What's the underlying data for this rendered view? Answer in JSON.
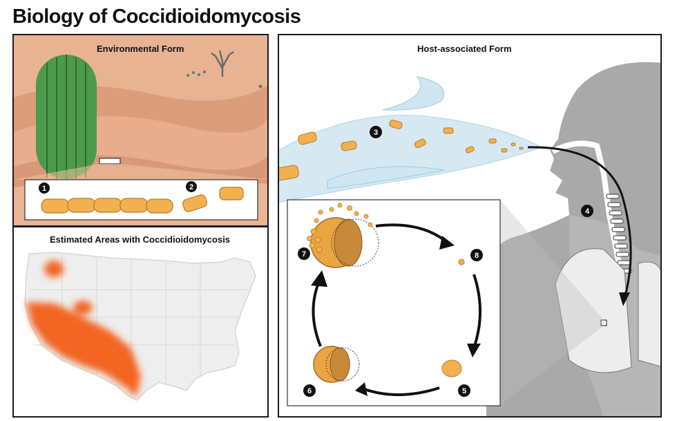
{
  "title": "Biology of Coccidioidomycosis",
  "panels": {
    "environmental": "Environmental Form",
    "map": "Estimated Areas with Coccidioidomycosis",
    "host": "Host-associated Form"
  },
  "steps": [
    "1",
    "2",
    "3",
    "4",
    "5",
    "6",
    "7",
    "8"
  ],
  "colors": {
    "desert_sand": "#e4a884",
    "desert_sky": "#d59275",
    "spore": "#f2b04e",
    "endemic": "#f26522",
    "air": "#cfe6f2",
    "body_gray": "#a9a9a9"
  }
}
